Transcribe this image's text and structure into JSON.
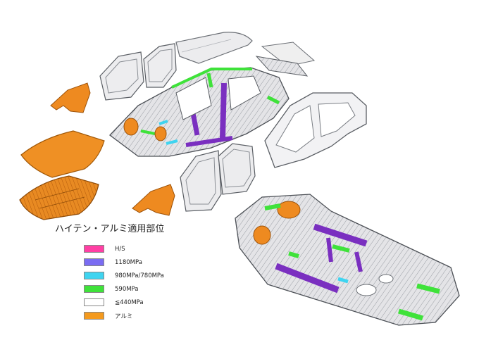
{
  "legend": {
    "title": "ハイテン・アルミ適用部位",
    "items": [
      {
        "label": "H/S",
        "color": "#ff3fa4"
      },
      {
        "label": "1180MPa",
        "color": "#7a6cf2"
      },
      {
        "label": "980MPa/780MPa",
        "color": "#3fd4f0"
      },
      {
        "label": "590MPa",
        "color": "#3fe23a"
      },
      {
        "label": "≦440MPa",
        "color": "#ffffff"
      },
      {
        "label": "アルミ",
        "color": "#f49a1e"
      }
    ]
  },
  "colors": {
    "aluminum": "#f08a1c",
    "aluminum_dark": "#b85e10",
    "steel_frame": "#d9d9dc",
    "steel_outline": "#555a60",
    "purple_1180": "#7a2fc0",
    "green_590": "#3fe23a",
    "cyan_980": "#3fd4f0"
  }
}
